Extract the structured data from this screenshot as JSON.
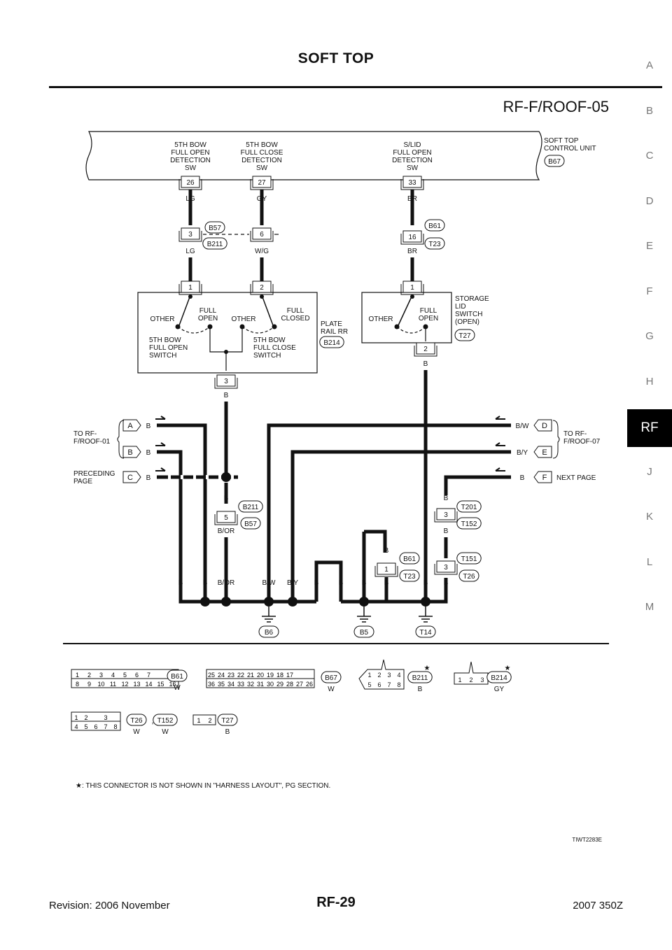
{
  "header": {
    "title": "SOFT TOP",
    "diagram_code": "RF-F/ROOF-05"
  },
  "side_tabs": [
    "A",
    "B",
    "C",
    "D",
    "E",
    "F",
    "G",
    "H",
    "RF",
    "J",
    "K",
    "L",
    "M"
  ],
  "active_tab": "RF",
  "control_unit": {
    "name_lines": [
      "SOFT TOP",
      "CONTROL UNIT"
    ],
    "connector": "B67",
    "terminals": [
      {
        "label_lines": [
          "5TH BOW",
          "FULL OPEN",
          "DETECTION",
          "SW"
        ],
        "pin": "26",
        "color": "LG"
      },
      {
        "label_lines": [
          "5TH BOW",
          "FULL CLOSE",
          "DETECTION",
          "SW"
        ],
        "pin": "27",
        "color": "GY"
      },
      {
        "label_lines": [
          "S/LID",
          "FULL OPEN",
          "DETECTION",
          "SW"
        ],
        "pin": "33",
        "color": "BR"
      }
    ]
  },
  "joints": [
    {
      "pin": "3",
      "color": "LG",
      "connectors": [
        "B57",
        "B211"
      ]
    },
    {
      "pin": "6",
      "color": "W/G"
    },
    {
      "pin": "16",
      "color": "BR",
      "connectors": [
        "B61",
        "T23"
      ]
    }
  ],
  "plate_rail": {
    "name_lines": [
      "PLATE",
      "RAIL RR"
    ],
    "connector": "B214",
    "pins": [
      "1",
      "2",
      "3"
    ],
    "labels": [
      "OTHER",
      "FULL",
      "OPEN",
      "OTHER",
      "FULL",
      "CLOSED"
    ],
    "switch1_lines": [
      "5TH BOW",
      "FULL OPEN",
      "SWITCH"
    ],
    "switch2_lines": [
      "5TH BOW",
      "FULL CLOSE",
      "SWITCH"
    ],
    "out_color": "B"
  },
  "storage_lid": {
    "name_lines": [
      "STORAGE",
      "LID",
      "SWITCH",
      "(OPEN)"
    ],
    "connector": "T27",
    "pins": [
      "1",
      "2"
    ],
    "labels": [
      "OTHER",
      "FULL",
      "OPEN"
    ],
    "out_color": "B"
  },
  "left_refs": [
    {
      "letter": "A",
      "color": "B"
    },
    {
      "letter": "B",
      "color": "B"
    },
    {
      "letter": "C",
      "color": "B"
    }
  ],
  "left_ref_labels": {
    "to_lines": [
      "TO RF-",
      "F/ROOF-01"
    ],
    "prev_lines": [
      "PRECEDING",
      "PAGE"
    ]
  },
  "right_refs": [
    {
      "letter": "D",
      "color": "B/W"
    },
    {
      "letter": "E",
      "color": "B/Y"
    },
    {
      "letter": "F",
      "color": "B"
    }
  ],
  "right_ref_labels": {
    "to_lines": [
      "TO RF-",
      "F/ROOF-07"
    ],
    "next": "NEXT PAGE"
  },
  "mid_joint": {
    "pin": "5",
    "color_in": "B",
    "color_out": "B/OR",
    "connectors": [
      "B211",
      "B57"
    ]
  },
  "right_joints": [
    {
      "pin": "3",
      "color_in": "B",
      "color_out": "B",
      "connectors": [
        "T201",
        "T152"
      ]
    },
    {
      "pin": "3",
      "color_out": "B",
      "connectors": [
        "T151",
        "T26"
      ]
    }
  ],
  "b61_joint": {
    "pin": "1",
    "color_in": "B",
    "color_out": "B",
    "connectors": [
      "B61",
      "T23"
    ]
  },
  "bottom_wire_labels": [
    "B",
    "B",
    "B/OR",
    "B/W",
    "B/Y",
    "B",
    "B",
    "B",
    "B",
    "B",
    "B"
  ],
  "grounds": [
    "B6",
    "B5",
    "T14"
  ],
  "connector_faces": [
    {
      "id": "B61",
      "color": "W",
      "row1": [
        "1",
        "2",
        "3",
        "4",
        "5",
        "6",
        "7"
      ],
      "row2": [
        "8",
        "9",
        "10",
        "11",
        "12",
        "13",
        "14",
        "15",
        "16"
      ]
    },
    {
      "id": "B67",
      "color": "W",
      "row1": [
        "25",
        "24",
        "23",
        "22",
        "21",
        "20",
        "19",
        "18",
        "17"
      ],
      "row2": [
        "36",
        "35",
        "34",
        "33",
        "32",
        "31",
        "30",
        "29",
        "28",
        "27",
        "26"
      ]
    },
    {
      "id": "B211",
      "color": "B",
      "row1": [
        "1",
        "2",
        "3",
        "4"
      ],
      "row2": [
        "5",
        "6",
        "7",
        "8"
      ]
    },
    {
      "id": "B214",
      "color": "GY",
      "row1": [
        "1",
        "2",
        "3"
      ]
    },
    {
      "id": "T26",
      "color": "W",
      "row1": [
        "1",
        "2",
        "3"
      ],
      "row2": [
        "4",
        "5",
        "6",
        "7",
        "8"
      ]
    },
    {
      "id": "T152",
      "color": "W"
    },
    {
      "id": "T27",
      "color": "B",
      "row1": [
        "1",
        "2"
      ]
    }
  ],
  "connector_separator": ",",
  "star_symbol": "★",
  "note": "★: THIS CONNECTOR IS NOT SHOWN IN \"HARNESS LAYOUT\", PG SECTION.",
  "figure_code": "TIWT2283E",
  "footer": {
    "revision": "Revision: 2006 November",
    "page": "RF-29",
    "model": "2007 350Z"
  }
}
